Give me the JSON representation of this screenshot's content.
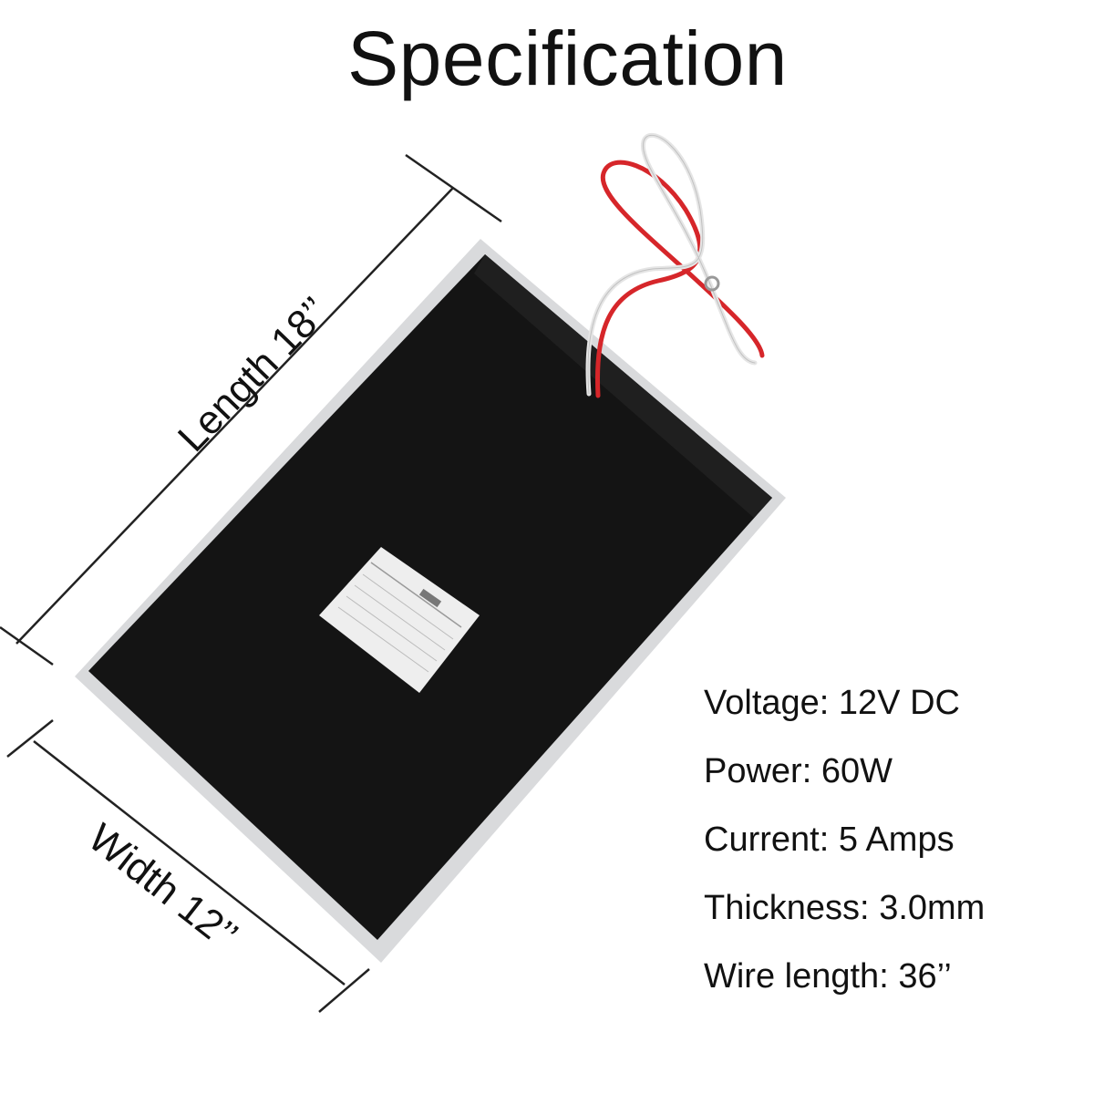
{
  "title": "Specification",
  "dimensions": {
    "length_label": "Length 18’’",
    "width_label": "Width 12’’"
  },
  "specs": [
    {
      "label": "Voltage:",
      "value": "12V DC"
    },
    {
      "label": "Power:",
      "value": "60W"
    },
    {
      "label": "Current:",
      "value": "5 Amps"
    },
    {
      "label": "Thickness:",
      "value": "3.0mm"
    },
    {
      "label": "Wire length:",
      "value": "36’’"
    }
  ],
  "colors": {
    "pad": "#141414",
    "pad_border": "#d9dadc",
    "wire_red": "#d6262a",
    "wire_white": "#e7e7e7",
    "label_sticker": "#eeeeee"
  }
}
